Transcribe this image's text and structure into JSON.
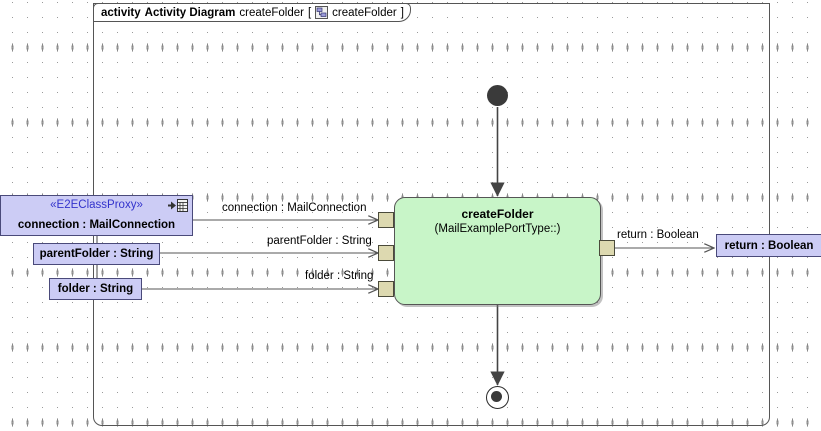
{
  "frame": {
    "keyword": "activity",
    "type_label": "Activity Diagram",
    "name": "createFolder",
    "bracket_open": "[",
    "bracket_close": "]",
    "ref_name": "createFolder",
    "icon": "activity-diagram-icon"
  },
  "colors": {
    "parameter_fill": "#ccccf5",
    "parameter_border": "#4a4a7a",
    "action_fill": "#c8f5c8",
    "action_border": "#555555",
    "pin_fill": "#ddd9b0",
    "pin_border": "#4a4a3a",
    "stereotype_text": "#3333cc",
    "edge": "#444444"
  },
  "proxy": {
    "stereotype": "«E2EClassProxy»",
    "name": "connection : MailConnection",
    "icon": "class-proxy-icon"
  },
  "input_parameters": [
    {
      "label": "parentFolder : String"
    },
    {
      "label": "folder : String"
    }
  ],
  "output_parameters": [
    {
      "label": "return : Boolean"
    }
  ],
  "action": {
    "name": "createFolder",
    "qualifier": "(MailExamplePortType::)"
  },
  "input_pins": [
    {
      "label": "connection : MailConnection"
    },
    {
      "label": "parentFolder : String"
    },
    {
      "label": "folder : String"
    }
  ],
  "output_pins": [
    {
      "label": "return : Boolean"
    }
  ],
  "control_nodes": {
    "initial": "initial-node",
    "final": "activity-final-node"
  }
}
